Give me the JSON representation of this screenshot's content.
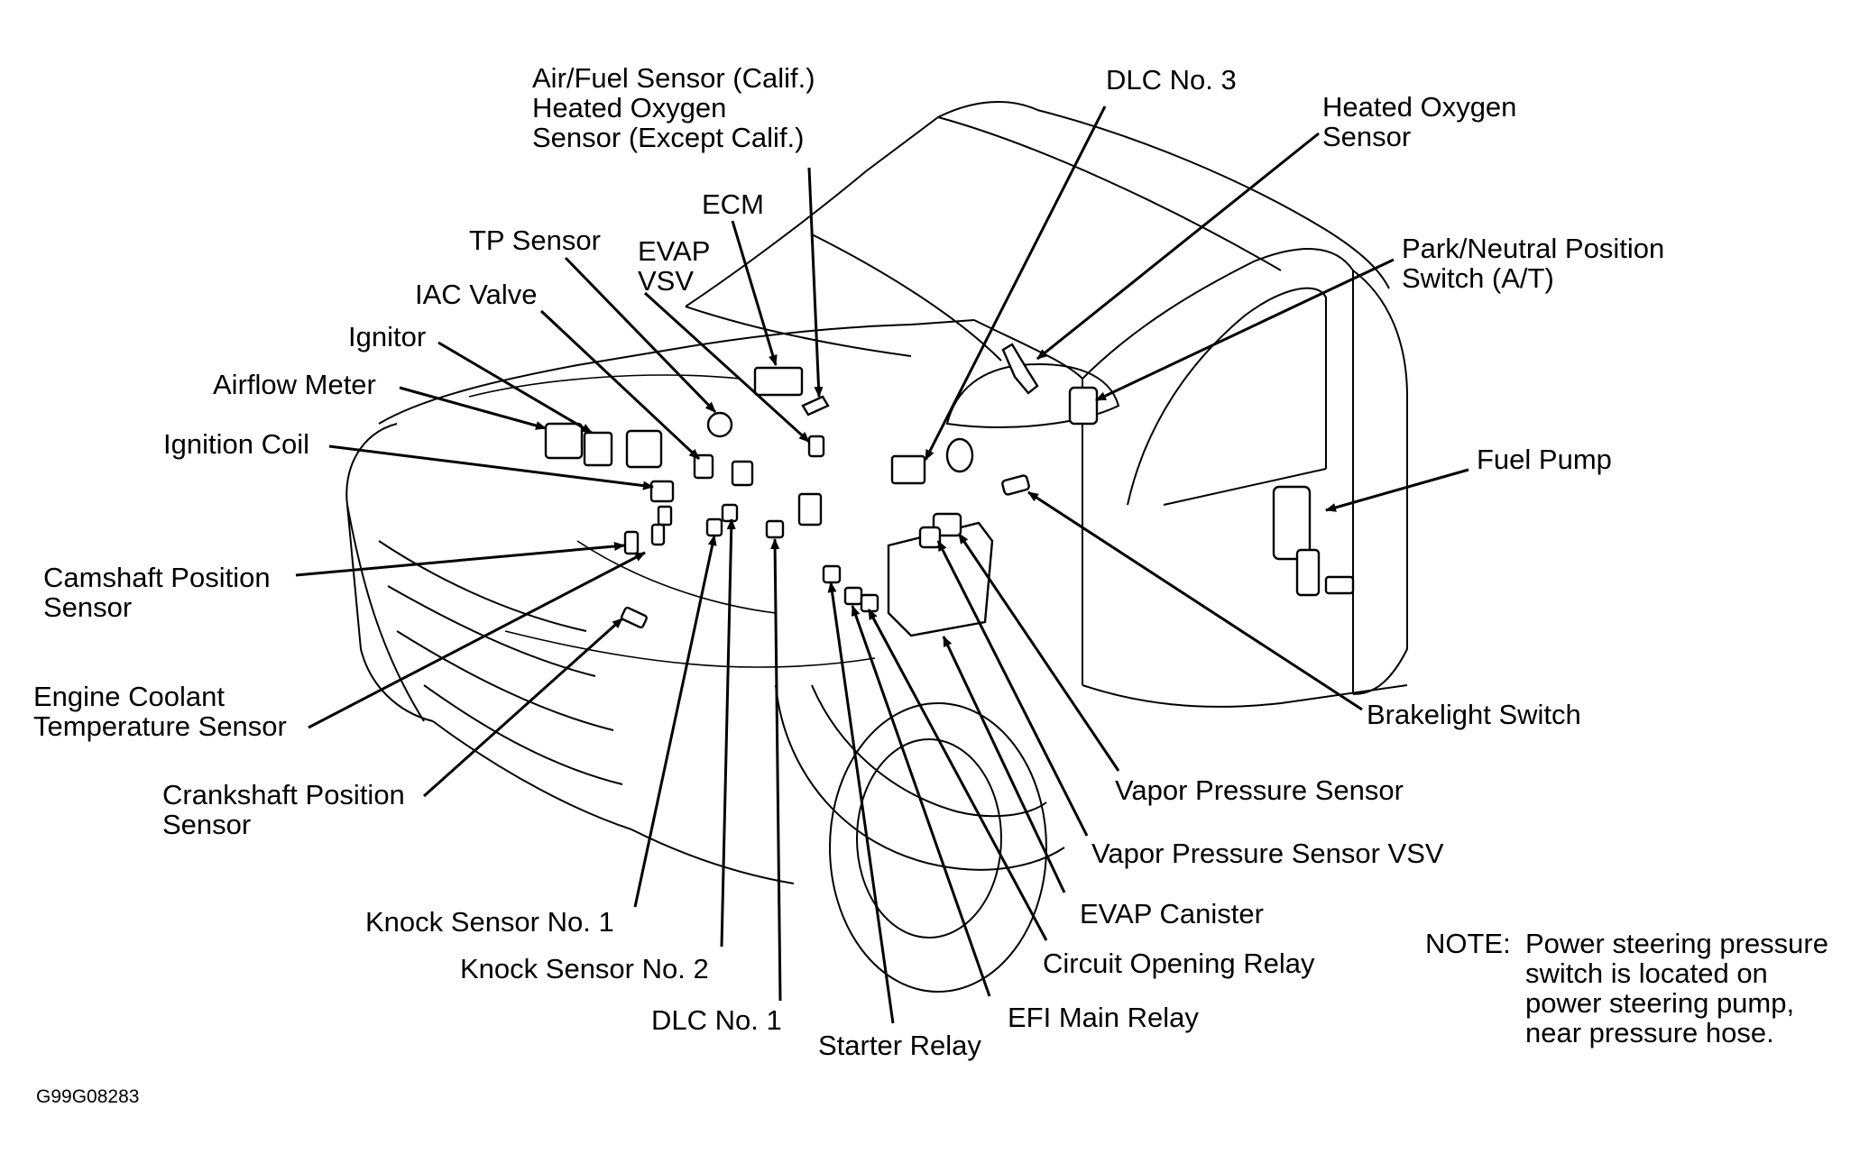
{
  "figure_code": "G99G08283",
  "labels": {
    "air_fuel_sensor": "Air/Fuel Sensor (Calif.)\nHeated Oxygen\nSensor (Except Calif.)",
    "dlc_no_3": "DLC No. 3",
    "heated_oxygen_sensor": "Heated Oxygen\nSensor",
    "ecm": "ECM",
    "tp_sensor": "TP Sensor",
    "evap_vsv": "EVAP\nVSV",
    "park_neutral_switch": "Park/Neutral Position\nSwitch (A/T)",
    "iac_valve": "IAC Valve",
    "ignitor": "Ignitor",
    "airflow_meter": "Airflow Meter",
    "fuel_pump": "Fuel Pump",
    "ignition_coil": "Ignition Coil",
    "camshaft_position_sensor": "Camshaft Position\nSensor",
    "brakelight_switch": "Brakelight Switch",
    "engine_coolant_temp_sensor": "Engine Coolant\nTemperature Sensor",
    "vapor_pressure_sensor": "Vapor Pressure Sensor",
    "crankshaft_position_sensor": "Crankshaft Position\nSensor",
    "vapor_pressure_sensor_vsv": "Vapor Pressure Sensor VSV",
    "evap_canister": "EVAP Canister",
    "knock_sensor_no_1": "Knock Sensor No. 1",
    "circuit_opening_relay": "Circuit Opening Relay",
    "knock_sensor_no_2": "Knock Sensor No. 2",
    "efi_main_relay": "EFI Main Relay",
    "dlc_no_1": "DLC No. 1",
    "starter_relay": "Starter Relay"
  },
  "note": {
    "heading": "NOTE:",
    "body": "Power steering pressure\nswitch is located on\npower steering pump,\nnear pressure hose."
  }
}
